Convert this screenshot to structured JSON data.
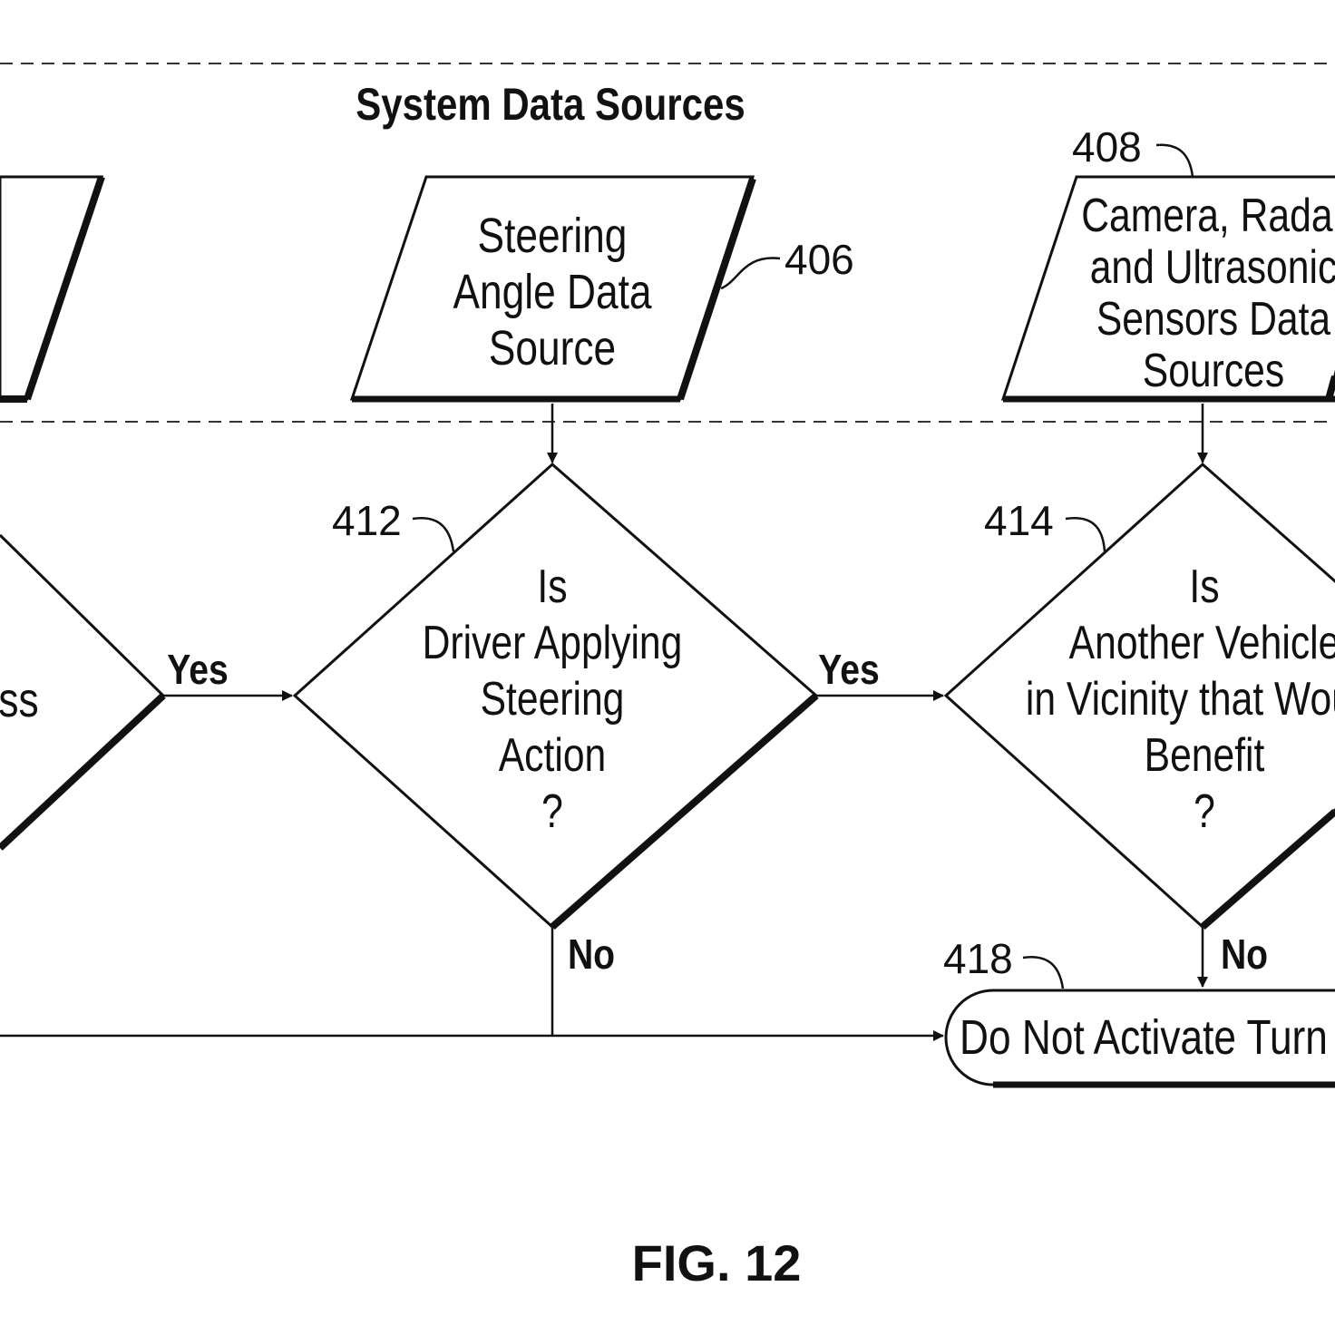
{
  "section_title": "System Data Sources",
  "inputs": {
    "steering": {
      "ref": "406",
      "lines": [
        "Steering",
        "Angle Data",
        "Source"
      ]
    },
    "sensors": {
      "ref": "408",
      "lines": [
        "Camera, Radar",
        "and Ultrasonic",
        "Sensors Data",
        "Sources"
      ]
    },
    "left_partial": {
      "lines": [
        "ss"
      ]
    }
  },
  "decisions": {
    "driver": {
      "ref": "412",
      "lines": [
        "Is",
        "Driver Applying",
        "Steering",
        "Action",
        "?"
      ]
    },
    "vehicle": {
      "ref": "414",
      "lines": [
        "Is",
        "Another Vehicle",
        "in Vicinity that Would",
        "Benefit",
        "?"
      ]
    }
  },
  "edges": {
    "yes_left": "Yes",
    "yes_middle": "Yes",
    "no_driver": "No",
    "no_vehicle": "No"
  },
  "terminal": {
    "ref": "418",
    "label": "Do Not Activate Turn Signal"
  },
  "figure_caption": "FIG. 12"
}
